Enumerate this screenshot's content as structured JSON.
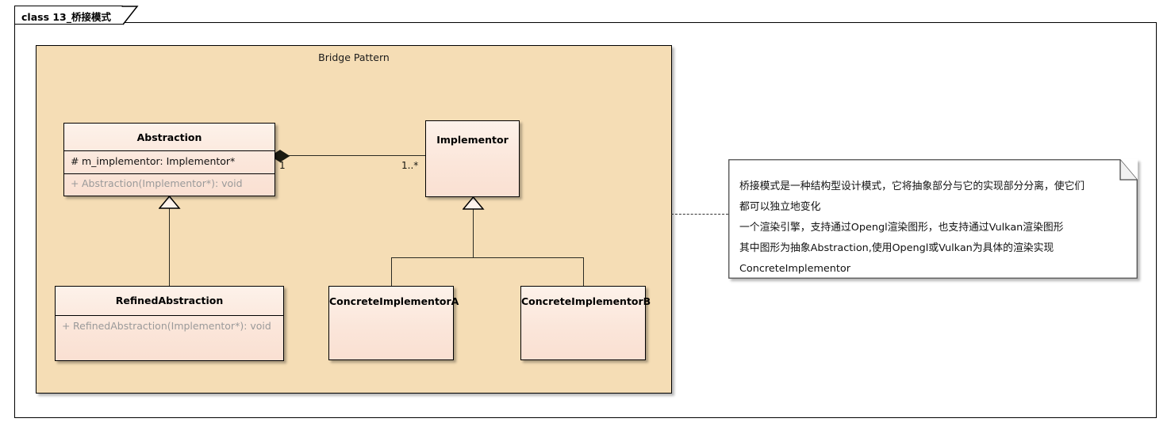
{
  "frame": {
    "tab_label": "class 13_桥接模式"
  },
  "package": {
    "title": "Bridge Pattern"
  },
  "classes": {
    "abstraction": {
      "name": "Abstraction",
      "attributes": [
        {
          "visibility": "#",
          "text": "m_implementor: Implementor*"
        }
      ],
      "methods": [
        {
          "visibility": "+",
          "text": "Abstraction(Implementor*): void"
        }
      ]
    },
    "implementor": {
      "name": "Implementor"
    },
    "refined_abstraction": {
      "name": "RefinedAbstraction",
      "methods": [
        {
          "visibility": "+",
          "text": "RefinedAbstraction(Implementor*): void"
        }
      ]
    },
    "concrete_implementor_a": {
      "name": "ConcreteImplementorA"
    },
    "concrete_implementor_b": {
      "name": "ConcreteImplementorB"
    }
  },
  "relations": {
    "composition_source_multiplicity": "1",
    "composition_target_multiplicity": "1..*"
  },
  "note": {
    "text": "桥接模式是一种结构型设计模式，它将抽象部分与它的实现部分分离，使它们\n都可以独立地变化\n一个渲染引擎，支持通过Opengl渲染图形，也支持通过Vulkan渲染图形\n其中图形为抽象Abstraction,使用Opengl或Vulkan为具体的渲染实现\nConcreteImplementor"
  },
  "colors": {
    "package_fill": "#f5ddb5",
    "class_fill": "#fbe6da",
    "note_fill": "#ffffff",
    "line": "#2a2a22",
    "method_text": "#9a9a9a"
  }
}
